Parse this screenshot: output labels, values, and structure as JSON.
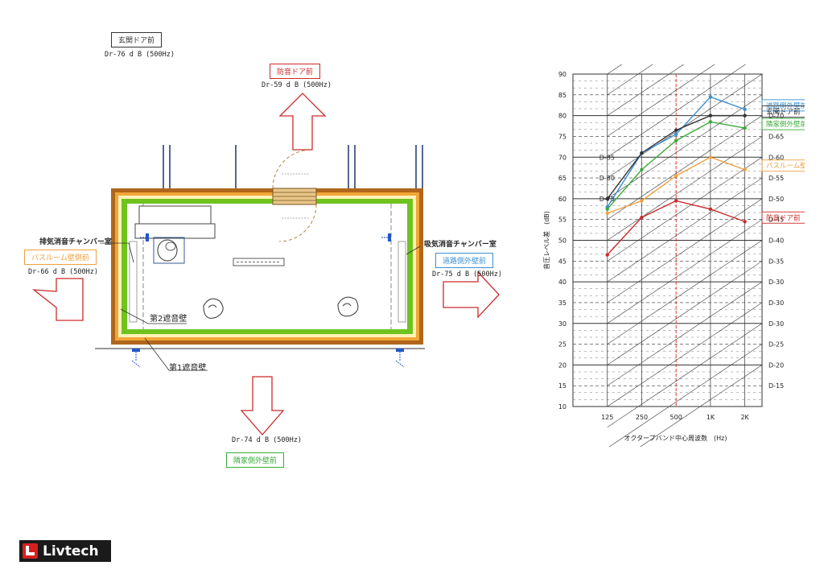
{
  "floorplan": {
    "labels": {
      "entrance": {
        "name": "玄関ドア前",
        "dr": "Dr-76 d B (500Hz)"
      },
      "sounddoor": {
        "name": "防音ドア前",
        "dr": "Dr-59 d B (500Hz)"
      },
      "bathroom": {
        "name": "バスルーム壁側前",
        "dr": "Dr-66 d B (500Hz)"
      },
      "road": {
        "name": "道路側外壁前",
        "dr": "Dr-75 d B (500Hz)"
      },
      "neighbor": {
        "name": "隣家側外壁前",
        "dr": "Dr-74 d B (500Hz)"
      }
    },
    "annotations": {
      "exhaust_chamber": "排気消音チャンバー室",
      "intake_chamber": "吸気消音チャンバー室",
      "wall2": "第2遮音壁",
      "wall1": "第1遮音壁"
    },
    "colors": {
      "entrance": "#333333",
      "sounddoor": "#cc2b2b",
      "bathroom": "#f0a040",
      "road": "#3a8fd6",
      "neighbor": "#3aaa3a",
      "arrow": "#cc2b2b"
    }
  },
  "chart_data": {
    "type": "line",
    "categories": [
      "125",
      "250",
      "500",
      "1K",
      "2K"
    ],
    "xlabel": "オクターブバンド中心周波数　(Hz)",
    "ylabel": "音圧レベル差　(dB)",
    "ylim": [
      10,
      90
    ],
    "yticks": [
      10,
      15,
      20,
      25,
      30,
      35,
      40,
      45,
      50,
      55,
      60,
      65,
      70,
      75,
      80,
      85,
      90
    ],
    "right_labels": [
      {
        "text": "D-70",
        "y": 80
      },
      {
        "text": "D-65",
        "y": 75
      },
      {
        "text": "D-60",
        "y": 70
      },
      {
        "text": "D-55",
        "y": 65
      },
      {
        "text": "D-50",
        "y": 60
      },
      {
        "text": "D-45",
        "y": 55
      },
      {
        "text": "D-40",
        "y": 50
      },
      {
        "text": "D-35",
        "y": 45
      },
      {
        "text": "D-30",
        "y": 40
      },
      {
        "text": "D-30",
        "y": 35
      },
      {
        "text": "D-30",
        "y": 30
      },
      {
        "text": "D-25",
        "y": 25
      },
      {
        "text": "D-20",
        "y": 20
      },
      {
        "text": "D-15",
        "y": 15
      }
    ],
    "left_curve_labels": [
      {
        "text": "D-85",
        "y": 70
      },
      {
        "text": "D-80",
        "y": 65
      },
      {
        "text": "D-75",
        "y": 60
      }
    ],
    "series": [
      {
        "name": "道路側外壁前",
        "color": "#3a8fd6",
        "values": [
          58,
          71,
          75.5,
          84.5,
          81.5
        ]
      },
      {
        "name": "玄関ドア前",
        "color": "#333333",
        "values": [
          60,
          71,
          76.5,
          80,
          80
        ]
      },
      {
        "name": "隣家側外壁前",
        "color": "#3aaa3a",
        "values": [
          57.5,
          67,
          74,
          78.5,
          77
        ]
      },
      {
        "name": "バスルーム壁側前",
        "color": "#f0a040",
        "values": [
          56.5,
          59.5,
          65.5,
          70,
          67
        ]
      },
      {
        "name": "防音ドア前",
        "color": "#cc2b2b",
        "values": [
          46.5,
          55.5,
          59.5,
          57.5,
          54.5
        ]
      }
    ]
  },
  "logo": {
    "text": "Livtech",
    "color": "#d62020"
  }
}
